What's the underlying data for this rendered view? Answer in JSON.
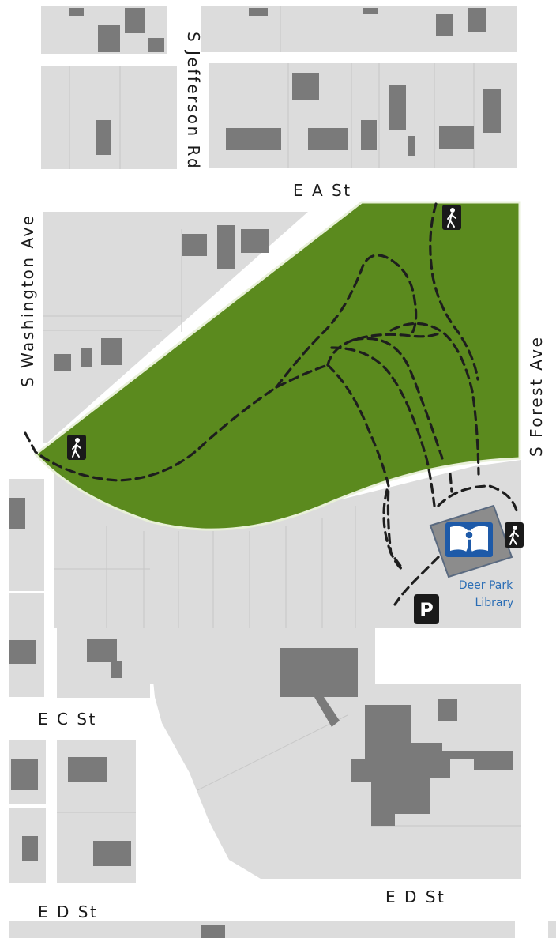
{
  "streets": {
    "washington": "S Washington Ave",
    "jefferson": "S Jefferson Rd",
    "forest": "S Forest Ave",
    "a_st": "E A St",
    "c_st": "E C St",
    "d_st_east": "E D St",
    "d_st_west": "E D St"
  },
  "poi": {
    "library_line1": "Deer Park",
    "library_line2": "Library",
    "parking": "P"
  },
  "icons": {
    "library": "library-book-reader-icon",
    "trailhead": "hiker-icon",
    "parking": "parking-sign-icon"
  },
  "colors": {
    "park": "#5b8a1e",
    "block": "#dcdcdc",
    "building": "#7a7a7a",
    "street": "#ffffff",
    "trail": "#1e1e1e",
    "library_icon": "#1e5aa8",
    "library_text": "#2a6db5"
  }
}
